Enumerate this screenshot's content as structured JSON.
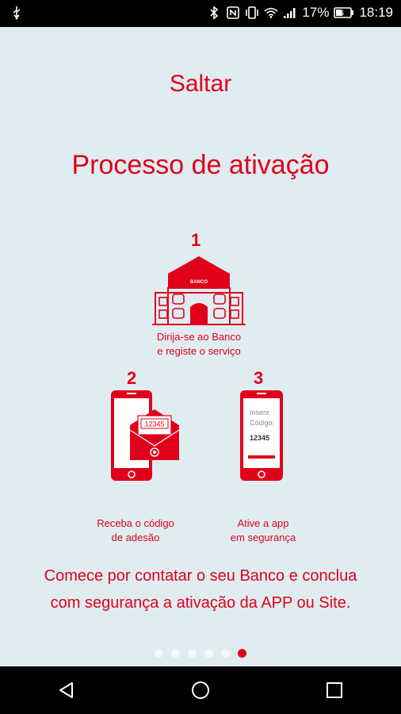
{
  "status_bar": {
    "usb_icon": "usb-icon",
    "battery_percent": "17%",
    "time": "18:19",
    "icons": [
      "bluetooth-icon",
      "nfc-icon",
      "vibrate-icon",
      "wifi-icon",
      "signal-icon",
      "battery-icon"
    ]
  },
  "skip_label": "Saltar",
  "title": "Processo de ativação",
  "steps": [
    {
      "number": "1",
      "line1": "Dirija-se ao Banco",
      "line2": "e registe o serviço",
      "icon": "bank-building-icon",
      "sign": "BANCO"
    },
    {
      "number": "2",
      "line1": "Receba o código",
      "line2": "de adesão",
      "icon": "phone-envelope-icon",
      "code": "12345"
    },
    {
      "number": "3",
      "line1": "Ative a app",
      "line2": "em segurança",
      "icon": "phone-code-entry-icon",
      "screen_line1": "Inserir",
      "screen_line2": "Código:",
      "code": "12345"
    }
  ],
  "description": {
    "line1": "Comece por contatar o seu Banco e conclua",
    "line2": "com segurança a ativação da APP ou Site."
  },
  "pagination": {
    "total": 6,
    "current": 6
  },
  "colors": {
    "accent": "#e1001a",
    "background": "#dfedf1"
  },
  "nav": [
    "back-icon",
    "home-icon",
    "recents-icon"
  ]
}
